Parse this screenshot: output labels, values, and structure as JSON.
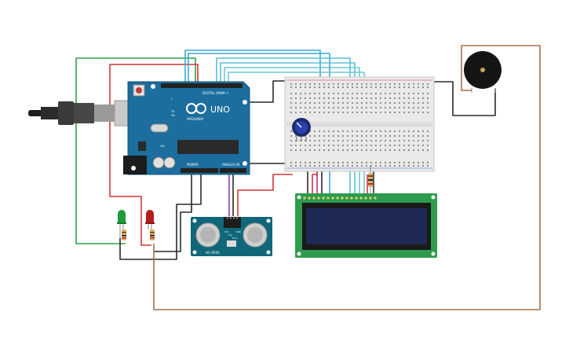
{
  "arduino": {
    "brand_label": "ARDUINO",
    "model_label": "UNO",
    "power_header_label": "POWER",
    "analog_header_label": "ANALOG IN",
    "digital_header_label": "DIGITAL (PWM~)",
    "led_labels": [
      "TX",
      "RX",
      "L"
    ],
    "on_label": "ON"
  },
  "ultrasonic_sensor": {
    "model_label": "HC-SR04",
    "pin_labels": [
      "VCC",
      "Trig",
      "Echo",
      "GND"
    ]
  },
  "leds": [
    {
      "color_name": "green",
      "color": "#1e9c3a"
    },
    {
      "color_name": "red",
      "color": "#b51c1c"
    }
  ],
  "colors": {
    "wire_blue": "#3aa8d8",
    "wire_red": "#d33535",
    "wire_green": "#2ea04a",
    "wire_black": "#2a2a2a",
    "wire_brown": "#a0714f",
    "wire_purple": "#8a3ea8",
    "board_blue": "#1b6e9e",
    "pcb_teal": "#0f6779",
    "lcd_green": "#2e9b4d",
    "lcd_screen": "#1e2a55"
  }
}
